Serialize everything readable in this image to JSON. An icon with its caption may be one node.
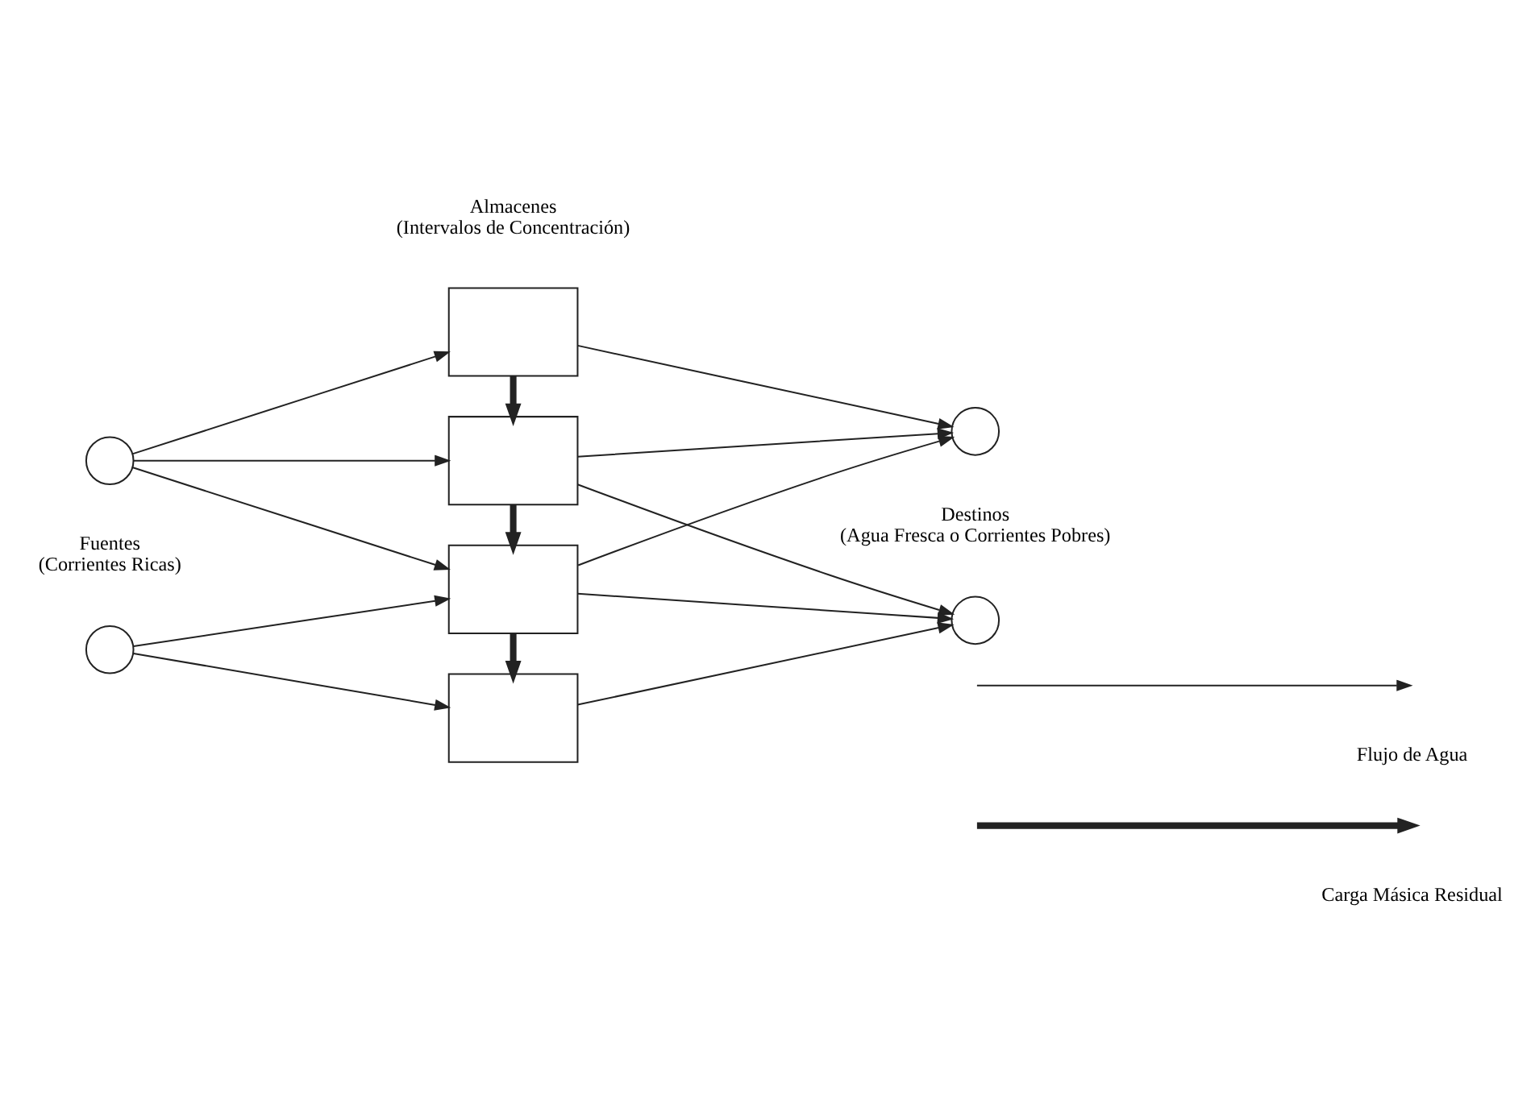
{
  "diagram": {
    "nodes": [
      {
        "text": [],
        "shape": "box"
      },
      {
        "text": [],
        "shape": "box"
      },
      {
        "text": [],
        "shape": "box"
      },
      {
        "text": [],
        "shape": "box"
      },
      {
        "text": [],
        "shape": "circle"
      },
      {
        "text": [],
        "shape": "circle"
      },
      {
        "text": [],
        "shape": "circle"
      },
      {
        "text": [],
        "shape": "circle"
      }
    ],
    "edges": [
      {
        "from": 4,
        "to": 0,
        "arrow": "to"
      },
      {
        "from": 4,
        "to": 1,
        "arrow": "to"
      },
      {
        "from": 4,
        "to": 2,
        "arrow": "to"
      },
      {
        "from": 5,
        "to": 2,
        "arrow": "to"
      },
      {
        "from": 5,
        "to": 3,
        "arrow": "to"
      },
      {
        "from": 0,
        "to": 6,
        "arrow": "to"
      },
      {
        "from": 1,
        "to": 6,
        "arrow": "to"
      },
      {
        "from": 2,
        "to": 6,
        "arrow": "to"
      },
      {
        "from": 1,
        "to": 7,
        "arrow": "to"
      },
      {
        "from": 2,
        "to": 7,
        "arrow": "to"
      },
      {
        "from": 3,
        "to": 7,
        "arrow": "to"
      },
      {
        "from": 0,
        "to": 1,
        "arrow": "to",
        "style": "thick"
      },
      {
        "from": 1,
        "to": 2,
        "arrow": "to",
        "style": "thick"
      },
      {
        "from": 2,
        "to": 3,
        "arrow": "to",
        "style": "thick"
      }
    ],
    "labels": [
      "Almacenes (Intervalos de Concentración)",
      "Destinos (Agua Fresca o Corrientes Pobres)",
      "Fuentes (Corrientes Ricas)"
    ],
    "legend": [
      {
        "text": "Flujo de Agua"
      },
      {
        "text": "Carga Másica Residual"
      }
    ]
  }
}
